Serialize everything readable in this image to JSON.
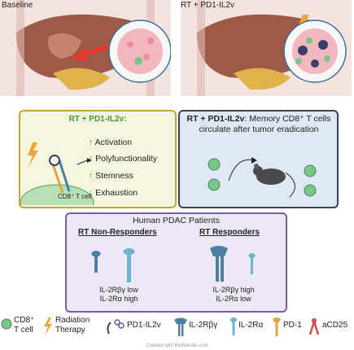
{
  "scenes": {
    "left_label": "Baseline",
    "right_label": "RT + PD1-IL2v"
  },
  "mechanism_panel": {
    "title": "RT + PD1-IL2v:",
    "effects": [
      {
        "direction": "up",
        "label": "Activation"
      },
      {
        "direction": "up",
        "label": "Polyfunctionality"
      },
      {
        "direction": "up",
        "label": "Stemness"
      },
      {
        "direction": "down",
        "label": "Exhaustion"
      }
    ],
    "cell_label": "CD8⁺ T cell"
  },
  "memory_panel": {
    "prefix": "RT + PD1-IL2v",
    "text": ": Memory CD8⁺ T cells circulate after tumor eradication"
  },
  "pdac_panel": {
    "title": "Human PDAC Patients",
    "non_responders": {
      "title": "RT Non-Responders",
      "line1": "IL-2Rβγ low",
      "line2": "IL-2Rα high"
    },
    "responders": {
      "title": "RT Responders",
      "line1": "IL-2Rβγ high",
      "line2": "IL-2Rα low"
    }
  },
  "legend": [
    {
      "icon": "cd8-t-cell-icon",
      "label_line1": "CD8⁺",
      "label_line2": "T cell"
    },
    {
      "icon": "radiation-icon",
      "label_line1": "Radiation",
      "label_line2": "Therapy"
    },
    {
      "icon": "pd1-il2v-icon",
      "label_line1": "PD1-IL2v",
      "label_line2": ""
    },
    {
      "icon": "il2rbg-icon",
      "label_line1": "IL-2Rβγ",
      "label_line2": ""
    },
    {
      "icon": "il2ra-icon",
      "label_line1": "IL-2Rα",
      "label_line2": ""
    },
    {
      "icon": "pd1-icon",
      "label_line1": "PD-1",
      "label_line2": ""
    },
    {
      "icon": "acd25-icon",
      "label_line1": "aCD25",
      "label_line2": ""
    }
  ],
  "footer": "Created with BioRender.com",
  "colors": {
    "green_panel_bg": "#f4f7de",
    "green_panel_border": "#c7a530",
    "blue_panel_bg": "#dfe9f6",
    "purple_panel_bg": "#ece8f6",
    "purple_panel_border": "#7a5ba8",
    "receptor_blue": "#4c7fa3",
    "cell_green": "#7cc58a"
  }
}
